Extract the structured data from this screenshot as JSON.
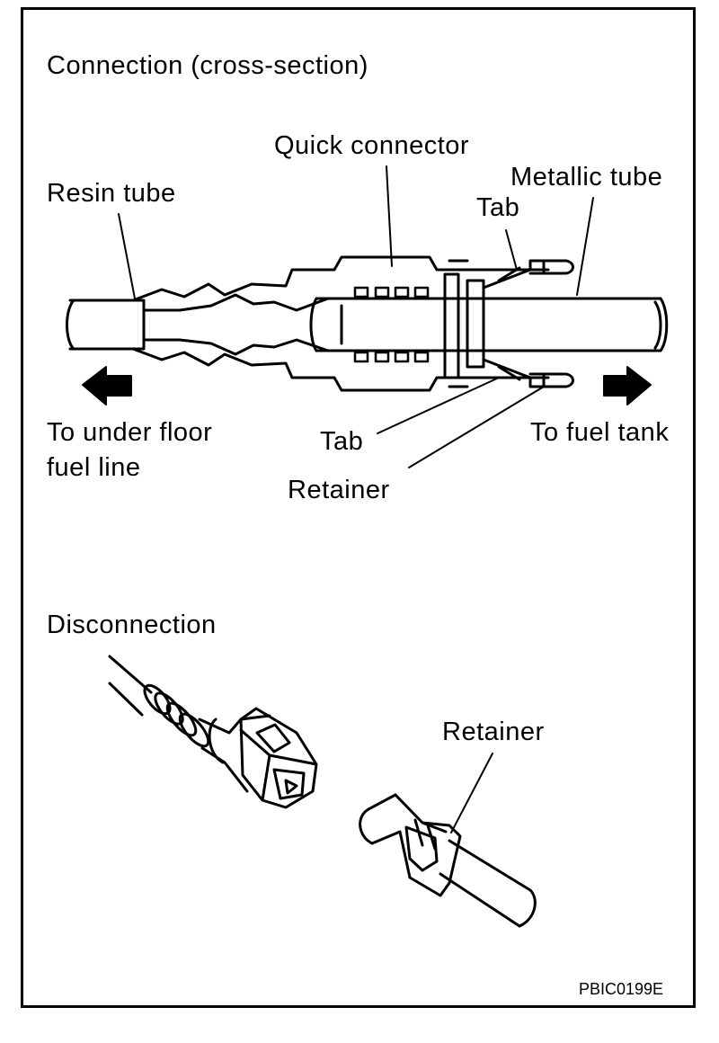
{
  "sections": {
    "connection_title": "Connection (cross-section)",
    "disconnection_title": "Disconnection"
  },
  "labels": {
    "quick_connector": "Quick connector",
    "resin_tube": "Resin tube",
    "metallic_tube": "Metallic tube",
    "tab_upper": "Tab",
    "tab_lower": "Tab",
    "retainer_upper": "Retainer",
    "retainer_lower": "Retainer",
    "to_under_floor_line1": "To under floor",
    "to_under_floor_line2": "fuel line",
    "to_fuel_tank": "To fuel tank"
  },
  "figure_code": "PBIC0199E"
}
